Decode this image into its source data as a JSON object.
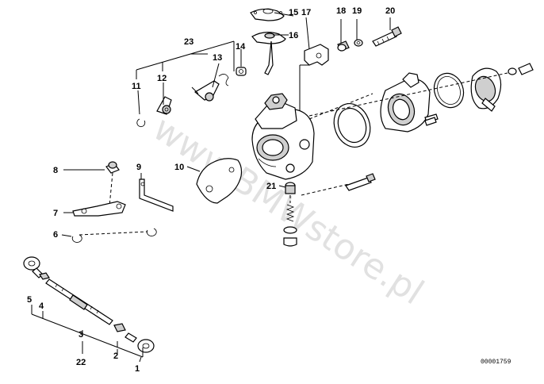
{
  "diagram": {
    "watermark": "www.BMWstore.pl",
    "code": "00001759",
    "labels": {
      "p1": "1",
      "p2": "2",
      "p3": "3",
      "p4": "4",
      "p5": "5",
      "p6": "6",
      "p7": "7",
      "p8": "8",
      "p9": "9",
      "p10": "10",
      "p11": "11",
      "p12": "12",
      "p13": "13",
      "p14": "14",
      "p15": "15",
      "p16": "16",
      "p17": "17",
      "p18": "18",
      "p19": "19",
      "p20": "20",
      "p21": "21",
      "p22": "22",
      "p23": "23"
    }
  }
}
